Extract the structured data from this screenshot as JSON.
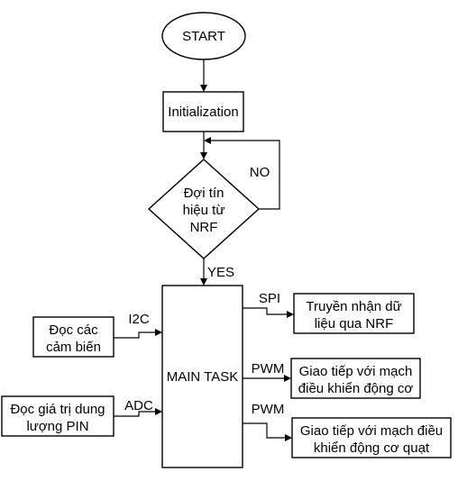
{
  "nodes": {
    "start": "START",
    "init": "Initialization",
    "wait": [
      "Đợi tín",
      "hiệu từ",
      "NRF"
    ],
    "main": "MAIN TASK",
    "sensors": [
      "Đọc các",
      "cảm biến"
    ],
    "battery": [
      "Đọc giá trị dung",
      "lượng PIN"
    ],
    "nrf_comm": [
      "Truyền nhận dữ",
      "liệu qua NRF"
    ],
    "motor": [
      "Giao tiếp với mạch",
      "điều khiển động cơ"
    ],
    "fan": [
      "Giao tiếp với mạch điều",
      "khiển động cơ quạt"
    ]
  },
  "edges": {
    "no": "NO",
    "yes": "YES",
    "i2c": "I2C",
    "adc": "ADC",
    "spi": "SPI",
    "pwm1": "PWM",
    "pwm2": "PWM"
  }
}
